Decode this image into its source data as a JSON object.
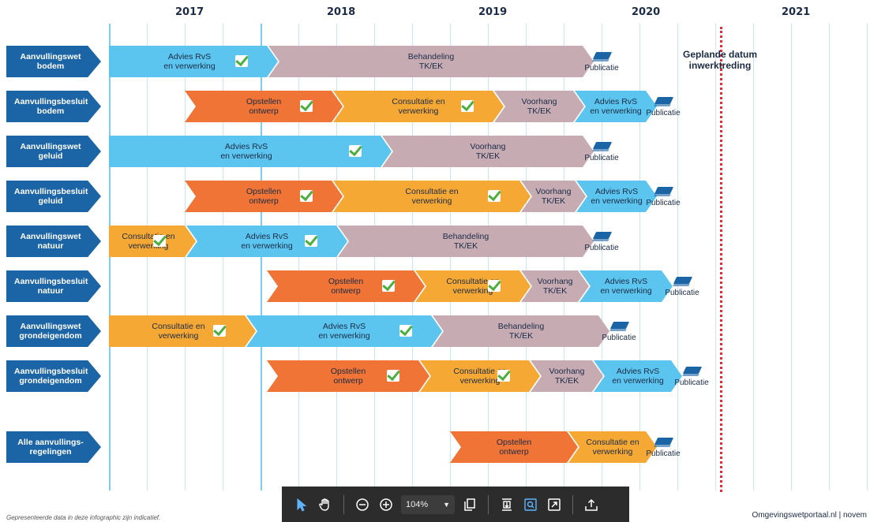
{
  "years": [
    "2017",
    "2018",
    "2019",
    "2020",
    "2021"
  ],
  "deadline": {
    "line1": "Geplande datum",
    "line2": "inwerktreding"
  },
  "publication_label": "Publicatie",
  "rows": [
    {
      "label": [
        "Aanvullingswet",
        "bodem"
      ],
      "phases": [
        {
          "text": [
            "Advies RvS",
            "en verwerking"
          ],
          "color": "blue",
          "done": true
        },
        {
          "text": [
            "Behandeling",
            "TK/EK"
          ],
          "color": "mauve",
          "done": false
        }
      ]
    },
    {
      "label": [
        "Aanvullingsbesluit",
        "bodem"
      ],
      "phases": [
        {
          "text": [
            "Opstellen",
            "ontwerp"
          ],
          "color": "orange",
          "done": true
        },
        {
          "text": [
            "Consultatie en",
            "verwerking"
          ],
          "color": "amber",
          "done": true
        },
        {
          "text": [
            "Voorhang",
            "TK/EK"
          ],
          "color": "mauve",
          "done": false
        },
        {
          "text": [
            "Advies RvS",
            "en verwerking"
          ],
          "color": "blue",
          "done": false
        }
      ]
    },
    {
      "label": [
        "Aanvullingswet",
        "geluid"
      ],
      "phases": [
        {
          "text": [
            "Advies RvS",
            "en verwerking"
          ],
          "color": "blue",
          "done": true
        },
        {
          "text": [
            "Voorhang",
            "TK/EK"
          ],
          "color": "mauve",
          "done": false
        }
      ]
    },
    {
      "label": [
        "Aanvullingsbesluit",
        "geluid"
      ],
      "phases": [
        {
          "text": [
            "Opstellen",
            "ontwerp"
          ],
          "color": "orange",
          "done": true
        },
        {
          "text": [
            "Consultatie en",
            "verwerking"
          ],
          "color": "amber",
          "done": true
        },
        {
          "text": [
            "Voorhang",
            "TK/EK"
          ],
          "color": "mauve",
          "done": false
        },
        {
          "text": [
            "Advies RvS",
            "en verwerking"
          ],
          "color": "blue",
          "done": false
        }
      ]
    },
    {
      "label": [
        "Aanvullingswet",
        "natuur"
      ],
      "phases": [
        {
          "text": [
            "Consultatie en",
            "verwerking"
          ],
          "color": "amber",
          "done": true
        },
        {
          "text": [
            "Advies RvS",
            "en verwerking"
          ],
          "color": "blue",
          "done": true
        },
        {
          "text": [
            "Behandeling",
            "TK/EK"
          ],
          "color": "mauve",
          "done": false
        }
      ]
    },
    {
      "label": [
        "Aanvullingsbesluit",
        "natuur"
      ],
      "phases": [
        {
          "text": [
            "Opstellen",
            "ontwerp"
          ],
          "color": "orange",
          "done": true
        },
        {
          "text": [
            "Consultatie en",
            "verwerking"
          ],
          "color": "amber",
          "done": true
        },
        {
          "text": [
            "Voorhang",
            "TK/EK"
          ],
          "color": "mauve",
          "done": false
        },
        {
          "text": [
            "Advies RvS",
            "en verwerking"
          ],
          "color": "blue",
          "done": false
        }
      ]
    },
    {
      "label": [
        "Aanvullingswet",
        "grondeigendom"
      ],
      "phases": [
        {
          "text": [
            "Consultatie en",
            "verwerking"
          ],
          "color": "amber",
          "done": true
        },
        {
          "text": [
            "Advies RvS",
            "en verwerking"
          ],
          "color": "blue",
          "done": true
        },
        {
          "text": [
            "Behandeling",
            "TK/EK"
          ],
          "color": "mauve",
          "done": false
        }
      ]
    },
    {
      "label": [
        "Aanvullingsbesluit",
        "grondeigendom"
      ],
      "phases": [
        {
          "text": [
            "Opstellen",
            "ontwerp"
          ],
          "color": "orange",
          "done": true
        },
        {
          "text": [
            "Consultatie en",
            "verwerking"
          ],
          "color": "amber",
          "done": true
        },
        {
          "text": [
            "Voorhang",
            "TK/EK"
          ],
          "color": "mauve",
          "done": false
        },
        {
          "text": [
            "Advies RvS",
            "en verwerking"
          ],
          "color": "blue",
          "done": false
        }
      ]
    },
    {
      "label": [
        "Alle aanvullings-",
        "regelingen"
      ],
      "phases": [
        {
          "text": [
            "Opstellen",
            "ontwerp"
          ],
          "color": "orange",
          "done": false
        },
        {
          "text": [
            "Consultatie en",
            "verwerking"
          ],
          "color": "amber",
          "done": false
        }
      ]
    }
  ],
  "footer": {
    "disclaimer": "Gepresenteerde data in deze infographic zijn indicatief.",
    "source": "Omgevingswetportaal.nl | novem"
  },
  "toolbar": {
    "zoom_value": "104%",
    "tools": [
      "select-tool-icon",
      "hand-tool-icon",
      "zoom-out-icon",
      "zoom-in-icon",
      "page-view-icon",
      "fit-width-icon",
      "marquee-zoom-icon",
      "full-screen-icon",
      "share-icon"
    ]
  },
  "colors": {
    "row_label": "#1b64a5",
    "blue": "#5bc5ef",
    "mauve": "#c6abb3",
    "orange": "#ef7436",
    "amber": "#f6a834",
    "deadline": "#e32a36",
    "check": "#4cae3e",
    "toolbar": "#2c2c2c"
  }
}
